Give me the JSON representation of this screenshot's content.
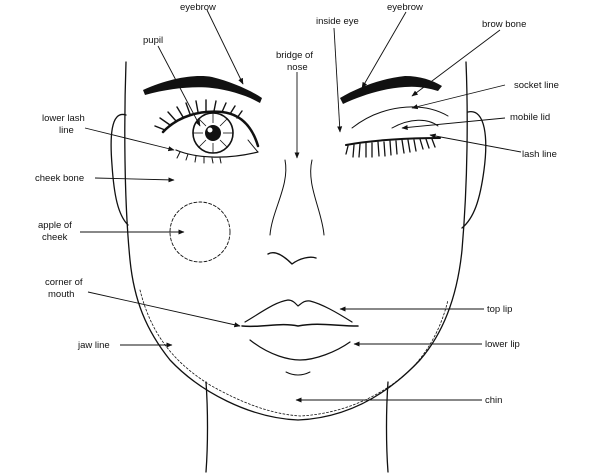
{
  "labels": {
    "eyebrow_left": "eyebrow",
    "eyebrow_right": "eyebrow",
    "inside_eye": "inside eye",
    "brow_bone": "brow bone",
    "pupil": "pupil",
    "bridge_line1": "bridge of",
    "bridge_line2": "nose",
    "socket_line": "socket line",
    "lower_lash_line1": "lower lash",
    "lower_lash_line2": "line",
    "mobile_lid": "mobile lid",
    "lash_line": "lash line",
    "cheek_bone": "cheek bone",
    "apple_line1": "apple of",
    "apple_line2": "cheek",
    "corner_line1": "corner of",
    "corner_line2": "mouth",
    "top_lip": "top lip",
    "jaw_line": "jaw line",
    "lower_lip": "lower lip",
    "chin": "chin"
  },
  "colors": {
    "ink": "#111111",
    "background": "#ffffff"
  }
}
